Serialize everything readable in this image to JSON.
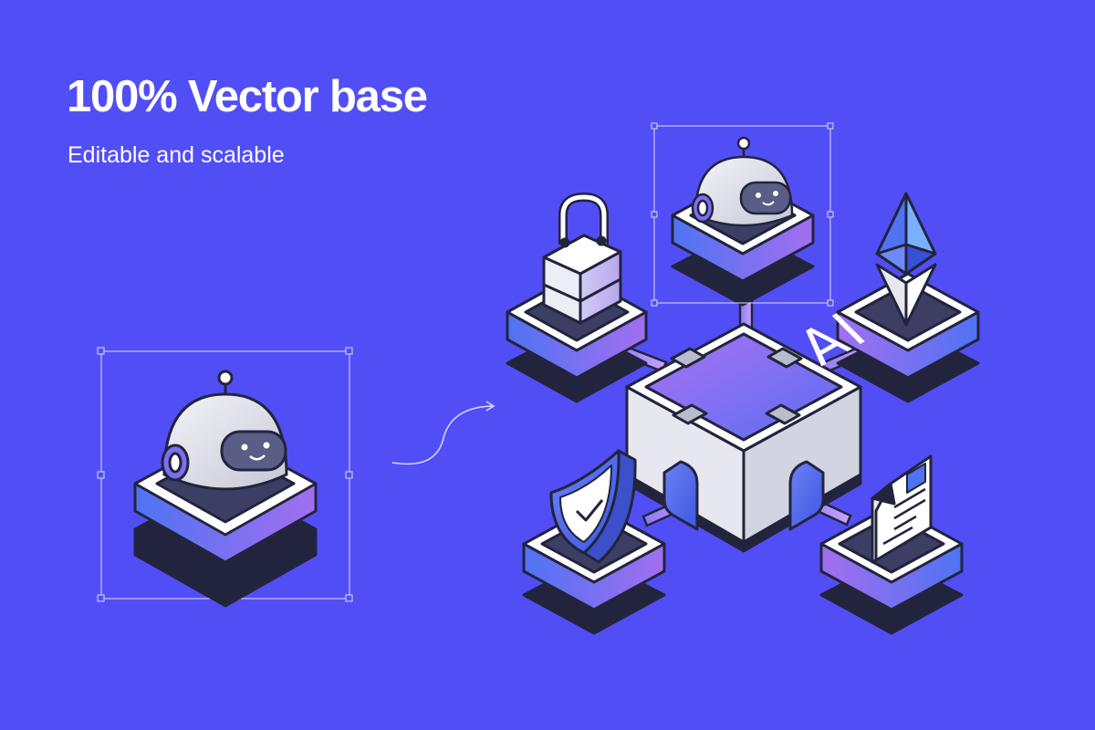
{
  "headline": "100% Vector base",
  "subline": "Editable and scalable",
  "hub_label": "AI",
  "colors": {
    "background": "#524ef5",
    "outline": "#22243d",
    "selection": "#d9dcff",
    "white": "#ffffff",
    "light_grey": "#e6e7ef",
    "dark_inner": "#3c3f63",
    "gradient_blue": "#4f73f2",
    "gradient_violet": "#a26ff0"
  },
  "icons": [
    "robot-icon",
    "padlock-icon",
    "ethereum-icon",
    "shield-check-icon",
    "document-icon",
    "curved-arrow-icon"
  ]
}
